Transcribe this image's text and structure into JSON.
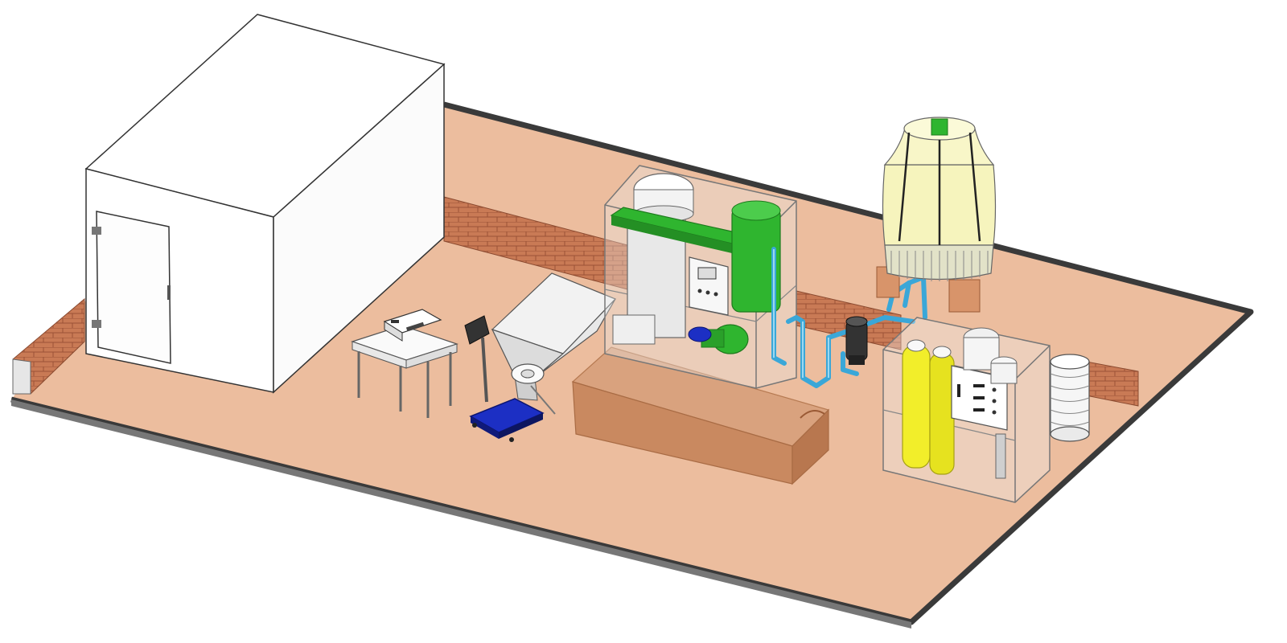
{
  "diagram": {
    "view": "isometric",
    "components": [
      {
        "id": "cold-storage-room",
        "icon": "cold-room-icon"
      },
      {
        "id": "sealing-machine-table",
        "icon": "sealer-icon"
      },
      {
        "id": "platform-scale",
        "icon": "scale-icon"
      },
      {
        "id": "ice-bagging-hopper",
        "icon": "hopper-icon"
      },
      {
        "id": "tube-ice-machine",
        "icon": "ice-machine-icon"
      },
      {
        "id": "ice-collection-bin",
        "icon": "bin-icon"
      },
      {
        "id": "water-pump",
        "icon": "pump-icon"
      },
      {
        "id": "cooling-tower",
        "icon": "cooling-tower-icon"
      },
      {
        "id": "water-treatment-system",
        "icon": "ro-system-icon"
      },
      {
        "id": "water-storage-tank",
        "icon": "tank-icon"
      }
    ]
  },
  "colors": {
    "floor": "#ecbd9e",
    "floor_edge": "#3a3a3a",
    "brick": "#c97a55",
    "brick_line": "#9a5236",
    "machine_green": "#2fb52f",
    "pipe_blue": "#3aa7d8",
    "scale_blue": "#1c2fc4",
    "filter_yellow": "#f2ee2a",
    "tower_cream": "#f6f4bd",
    "bin_brown": "#c98960"
  }
}
